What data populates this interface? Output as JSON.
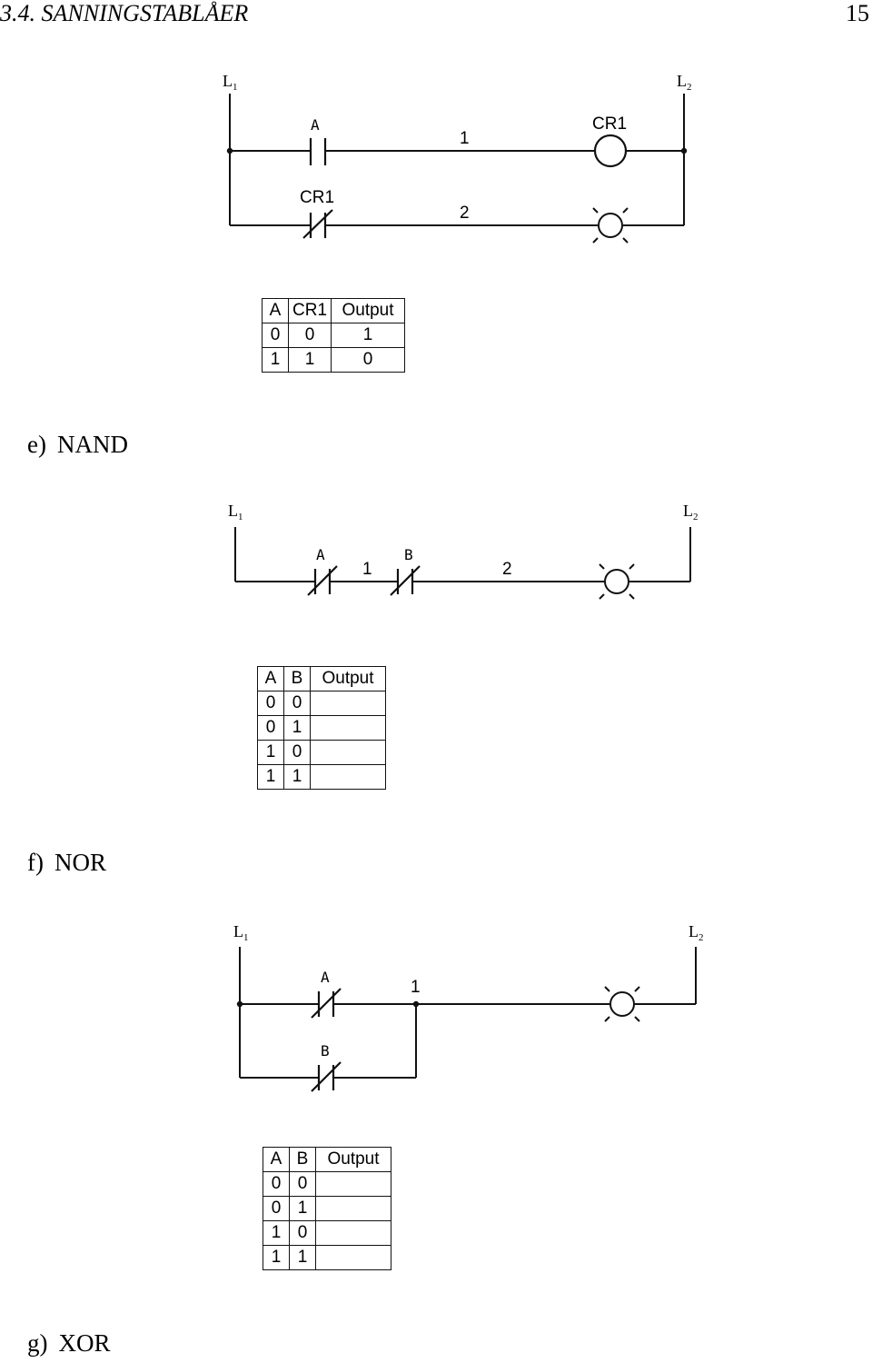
{
  "page": {
    "section": "3.4.  SANNINGSTABLÅER",
    "number": "15"
  },
  "diagrams": {
    "not": {
      "rail_left_main": "L",
      "rail_left_sub": "1",
      "rail_right_main": "L",
      "rail_right_sub": "2",
      "contact_a": "A",
      "coil_label": "CR1",
      "contact_cr1": "CR1",
      "wire_1": "1",
      "wire_2": "2"
    },
    "nand": {
      "rail_left_main": "L",
      "rail_left_sub": "1",
      "rail_right_main": "L",
      "rail_right_sub": "2",
      "contact_a": "A",
      "contact_b": "B",
      "wire_1": "1",
      "wire_2": "2"
    },
    "nor": {
      "rail_left_main": "L",
      "rail_left_sub": "1",
      "rail_right_main": "L",
      "rail_right_sub": "2",
      "contact_a": "A",
      "contact_b": "B",
      "wire_1": "1"
    }
  },
  "tables": {
    "not": {
      "headers": [
        "A",
        "CR1",
        "Output"
      ],
      "rows": [
        [
          "0",
          "0",
          "1"
        ],
        [
          "1",
          "1",
          "0"
        ]
      ]
    },
    "nand": {
      "headers": [
        "A",
        "B",
        "Output"
      ],
      "rows": [
        [
          "0",
          "0",
          ""
        ],
        [
          "0",
          "1",
          ""
        ],
        [
          "1",
          "0",
          ""
        ],
        [
          "1",
          "1",
          ""
        ]
      ]
    },
    "nor": {
      "headers": [
        "A",
        "B",
        "Output"
      ],
      "rows": [
        [
          "0",
          "0",
          ""
        ],
        [
          "0",
          "1",
          ""
        ],
        [
          "1",
          "0",
          ""
        ],
        [
          "1",
          "1",
          ""
        ]
      ]
    }
  },
  "headings": {
    "e": {
      "label": "e)",
      "title": "NAND"
    },
    "f": {
      "label": "f)",
      "title": "NOR"
    },
    "g": {
      "label": "g)",
      "title": "XOR"
    }
  }
}
